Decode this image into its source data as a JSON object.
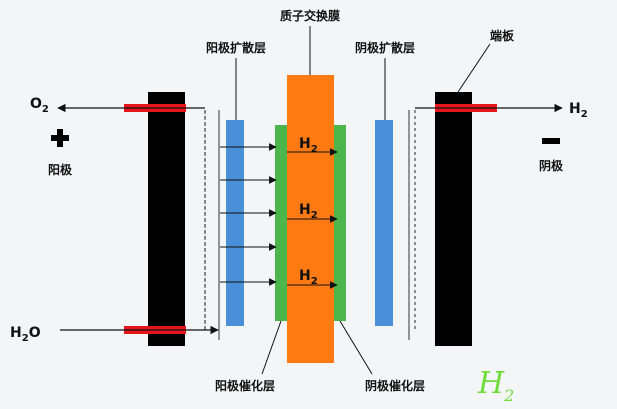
{
  "labels": {
    "pem": "质子交换膜",
    "anode_gdl": "阳极扩散层",
    "cathode_gdl": "阴极扩散层",
    "end_plate": "端板",
    "anode": "阳极",
    "cathode": "阴极",
    "anode_cl": "阳极催化层",
    "cathode_cl": "阴极催化层",
    "o2_base": "O",
    "o2_sub": "2",
    "h2_base": "H",
    "h2_sub": "2",
    "h2o_h": "H",
    "h2o_sub": "2",
    "h2o_o": "O",
    "membrane_h2_base": "H",
    "membrane_h2_sub": "2",
    "watermark_text": "H",
    "watermark_sub": "2"
  },
  "icons": {
    "plus": "plus-icon",
    "minus": "minus-icon"
  },
  "colors": {
    "end_plate": "#000000",
    "pipe": "#e8141c",
    "diffusion_layer": "#4a90d9",
    "catalyst_layer": "#4cb64c",
    "membrane": "#ff7a12",
    "arrow": "#111111",
    "watermark": "#6fdc3c"
  }
}
